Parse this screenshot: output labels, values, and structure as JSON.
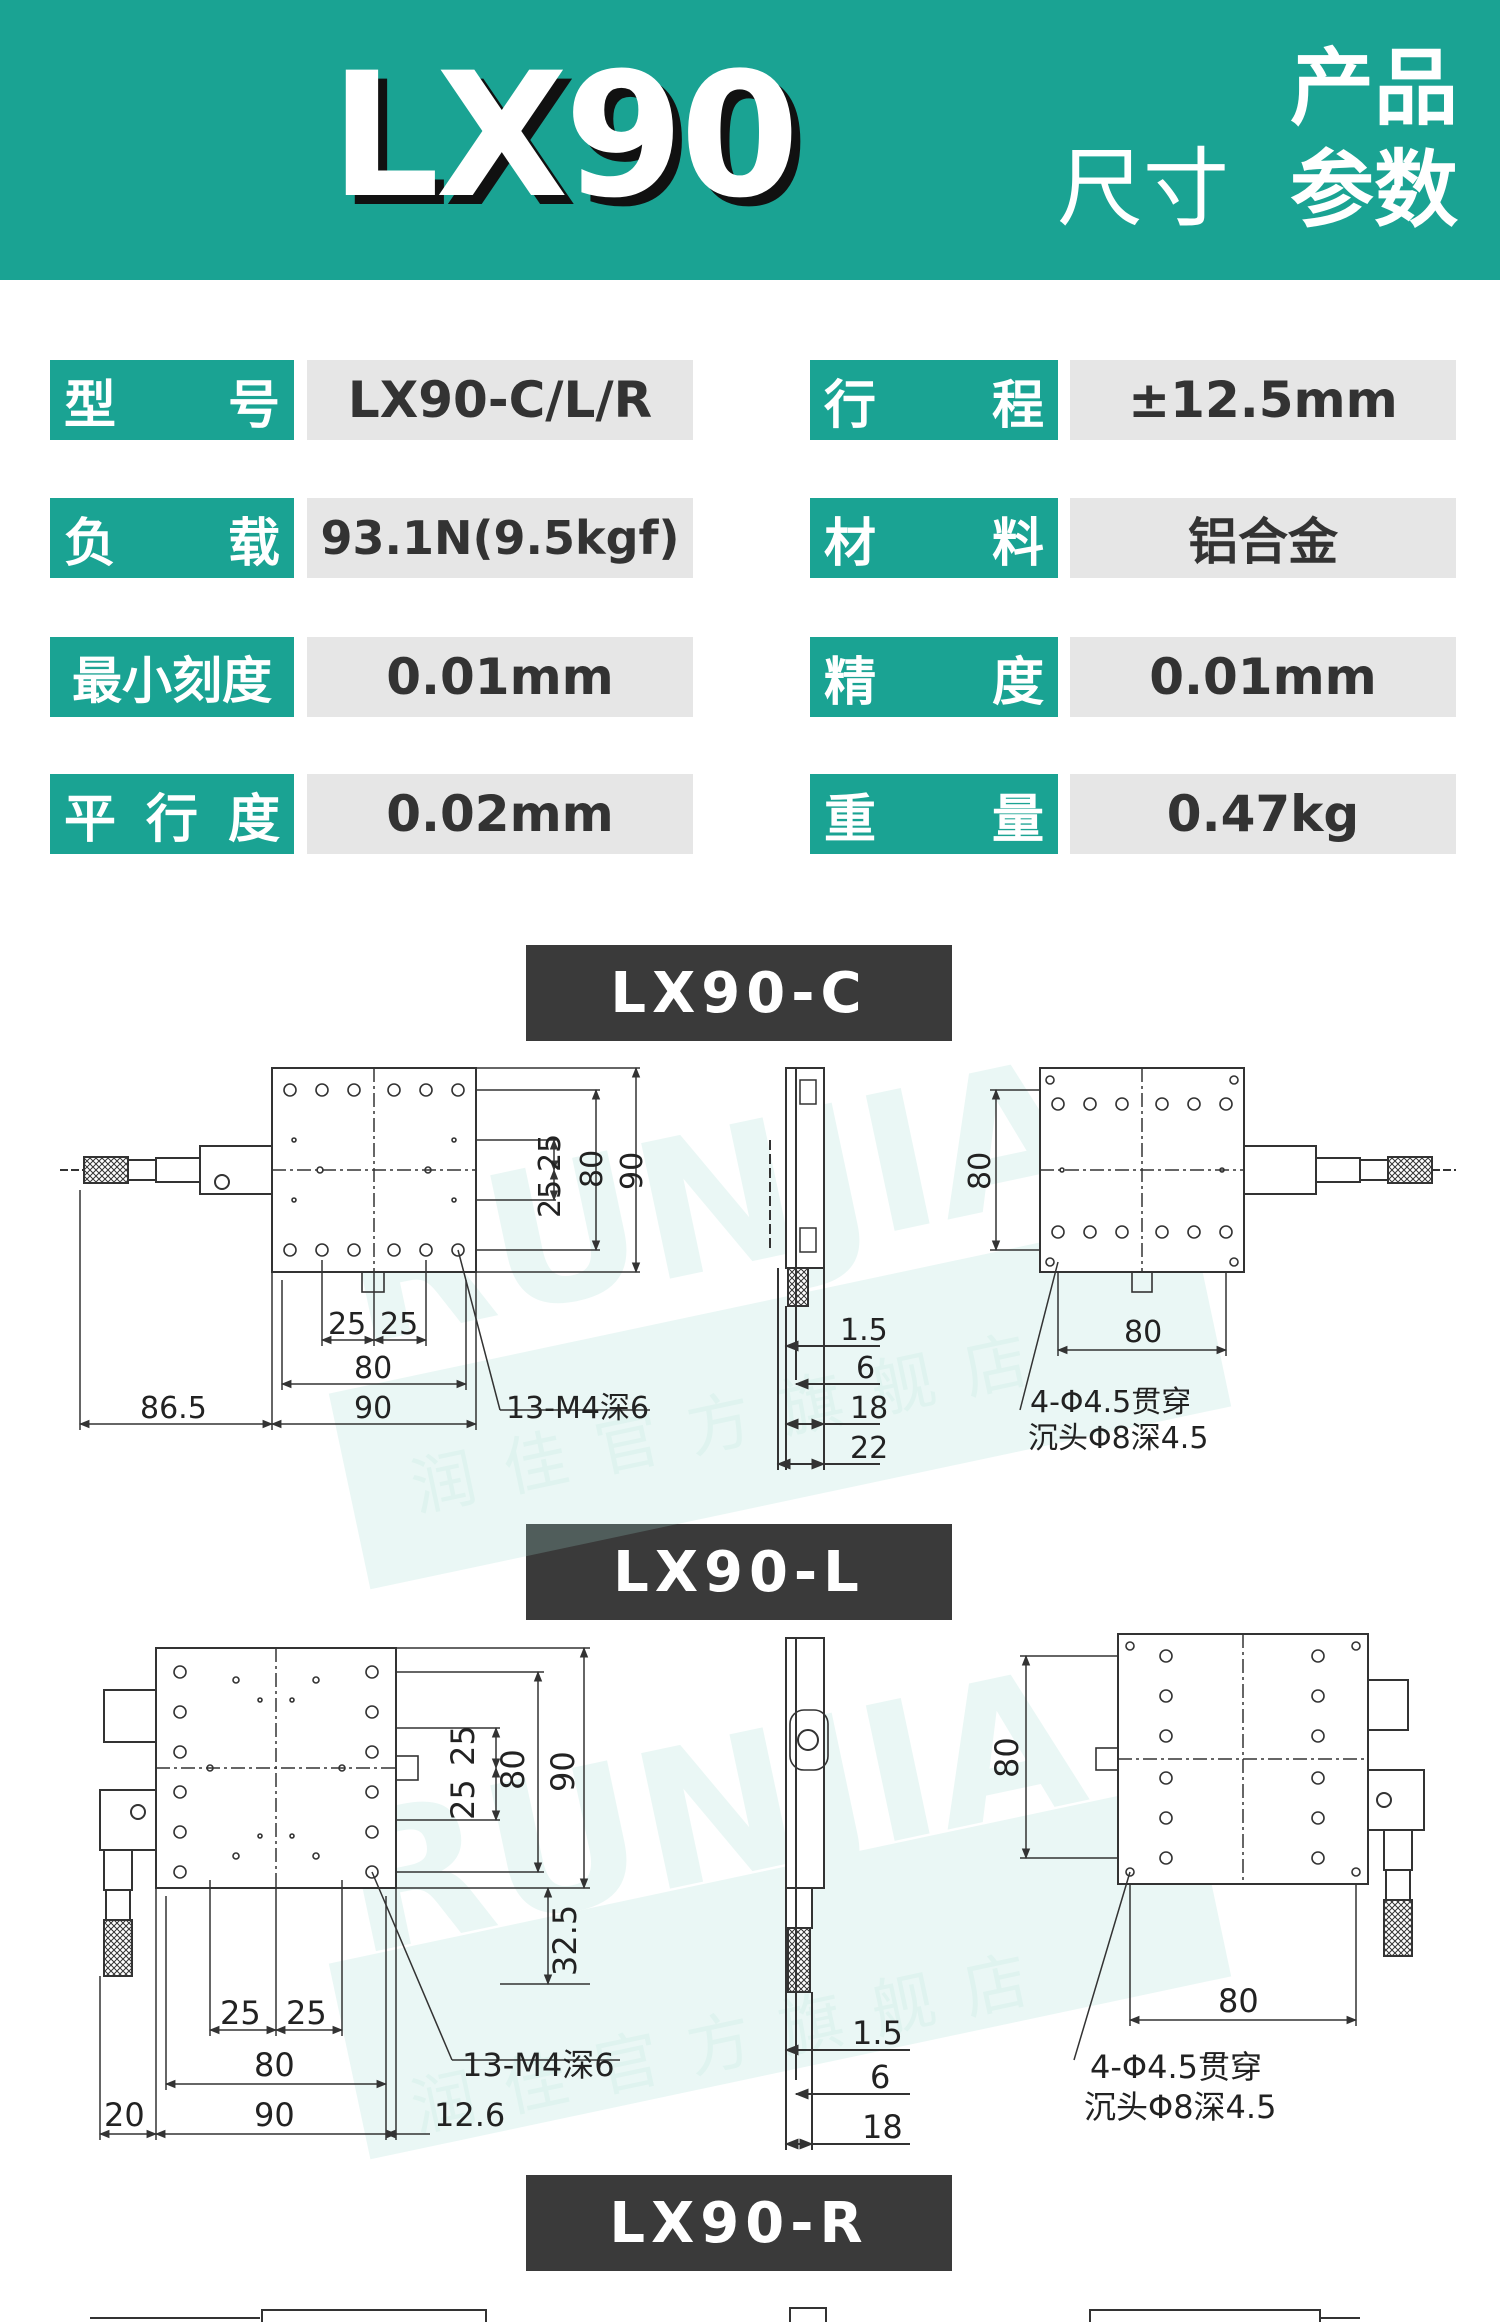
{
  "header": {
    "model": "LX90",
    "subtitle_small": "尺寸",
    "subtitle_bold_line1": "产品",
    "subtitle_bold_line2": "参数"
  },
  "specs": [
    {
      "label_chars": [
        "型",
        "号"
      ],
      "value": "LX90-C/L/R"
    },
    {
      "label_chars": [
        "行",
        "程"
      ],
      "value": "±12.5mm"
    },
    {
      "label_chars": [
        "负",
        "载"
      ],
      "value": "93.1N(9.5kgf)"
    },
    {
      "label_chars": [
        "材",
        "料"
      ],
      "value": "铝合金"
    },
    {
      "label_chars": [
        "最小刻度"
      ],
      "value": "0.01mm"
    },
    {
      "label_chars": [
        "精",
        "度"
      ],
      "value": "0.01mm"
    },
    {
      "label_chars": [
        "平",
        "行",
        "度"
      ],
      "value": "0.02mm"
    },
    {
      "label_chars": [
        "重",
        "量"
      ],
      "value": "0.47kg"
    }
  ],
  "sections": {
    "c": "LX90-C",
    "l": "LX90-L",
    "r": "LX90-R"
  },
  "watermark": {
    "brand": "RUNJIA",
    "store": "润佳官方旗舰店"
  },
  "dims_c": {
    "d25a": "25",
    "d25b": "25",
    "d80v": "80",
    "d90v": "90",
    "b25a": "25",
    "b25b": "25",
    "b80": "80",
    "b90": "90",
    "b865": "86.5",
    "hole": "13-M4深6",
    "s15": "1.5",
    "s6": "6",
    "s18": "18",
    "s22": "22",
    "r80v": "80",
    "r80h": "80",
    "thru": "4-Φ4.5贯穿",
    "cbore": "沉头Φ8深4.5"
  },
  "dims_l": {
    "d25a": "25",
    "d25b": "25",
    "d80v": "80",
    "d90v": "90",
    "d325": "32.5",
    "b25a": "25",
    "b25b": "25",
    "b80": "80",
    "b90": "90",
    "b20": "20",
    "b126": "12.6",
    "hole": "13-M4深6",
    "s15": "1.5",
    "s6": "6",
    "s18": "18",
    "r80v": "80",
    "r80h": "80",
    "thru": "4-Φ4.5贯穿",
    "cbore": "沉头Φ8深4.5"
  }
}
